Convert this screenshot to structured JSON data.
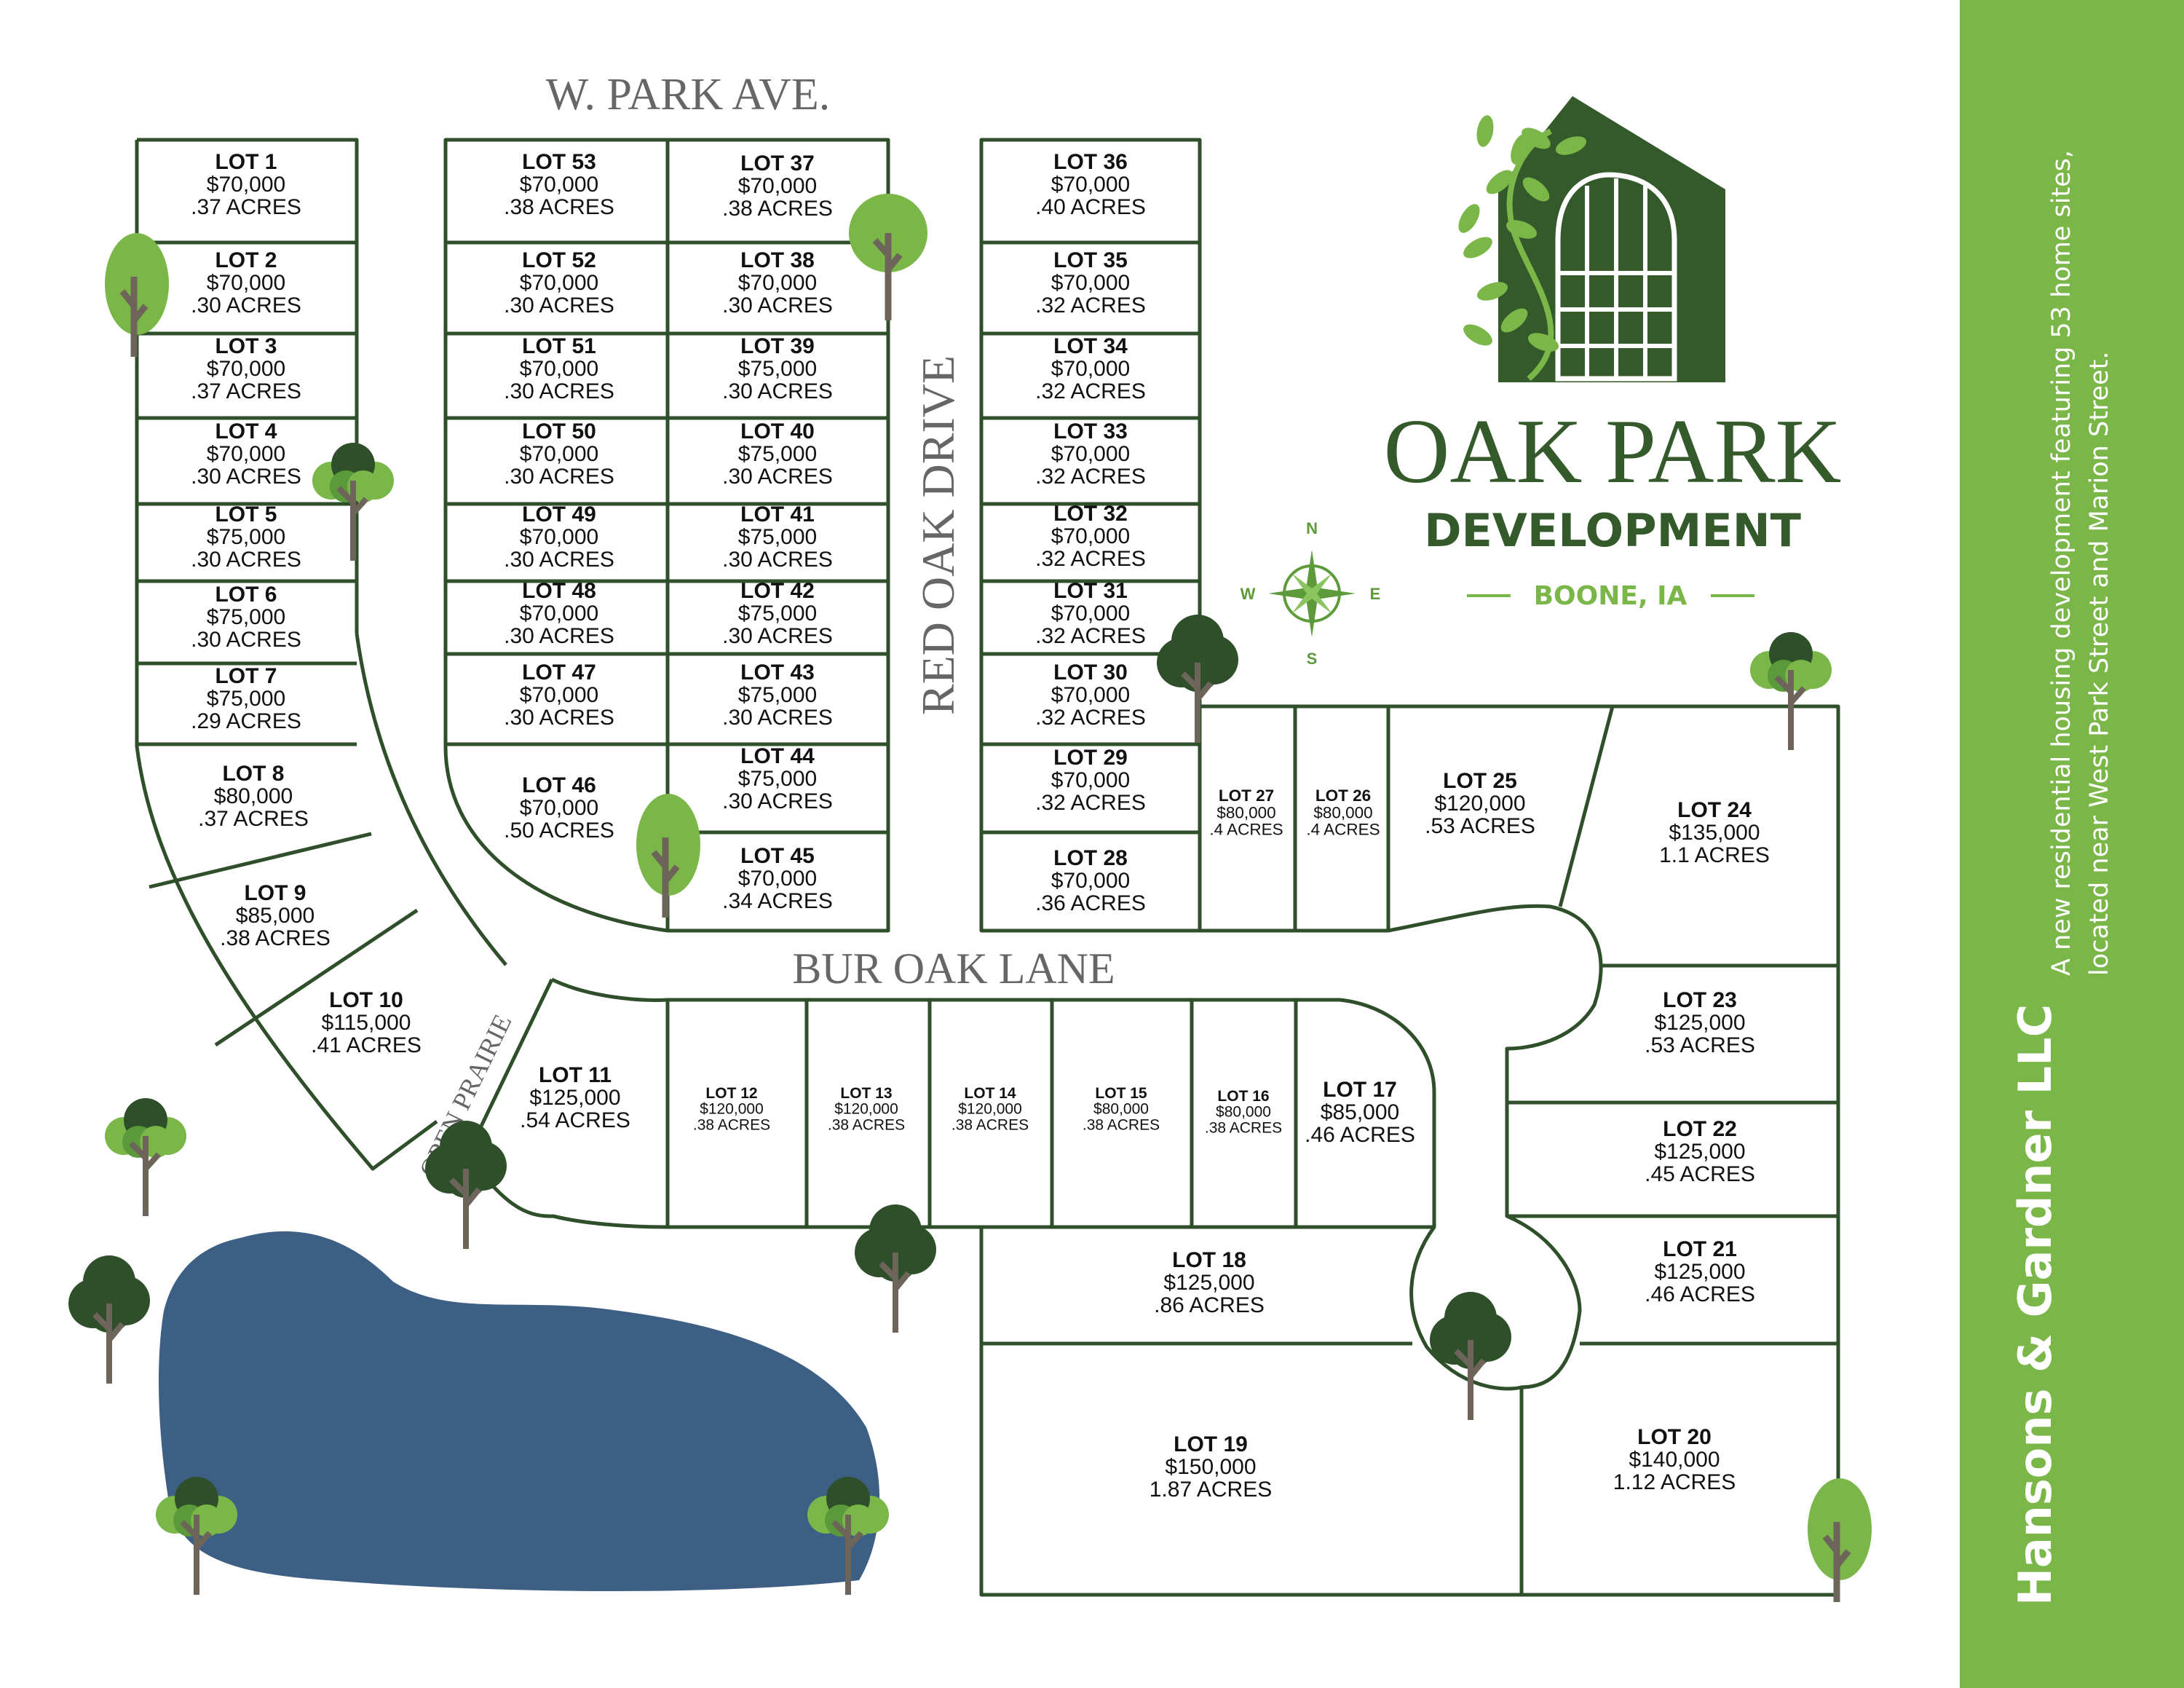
{
  "brand": {
    "title": "OAK PARK",
    "subtitle": "DEVELOPMENT",
    "location": "BOONE, IA",
    "colors": {
      "dark_green": "#2f4f2b",
      "light_green": "#7ab648",
      "pond_blue": "#3d5f84",
      "logo_green": "#345a2c"
    }
  },
  "streets": {
    "w_park_ave": "W. PARK AVE.",
    "red_oak_drive": "RED OAK DRIVE",
    "bur_oak_lane": "BUR OAK LANE",
    "open_prairie": "OPEN PRAIRIE"
  },
  "compass": {
    "n": "N",
    "s": "S",
    "e": "E",
    "w": "W",
    "icon": "compass-rose-icon"
  },
  "sidebar": {
    "company": "Hansons & Gardner LLC",
    "description": "A new residential housing development featuring 53 home sites, located near West Park Street and Marion Street."
  },
  "lots": [
    {
      "name": "LOT 1",
      "price": "$70,000",
      "acres": ".37 ACRES"
    },
    {
      "name": "LOT 2",
      "price": "$70,000",
      "acres": ".30 ACRES"
    },
    {
      "name": "LOT 3",
      "price": "$70,000",
      "acres": ".37 ACRES"
    },
    {
      "name": "LOT 4",
      "price": "$70,000",
      "acres": ".30 ACRES"
    },
    {
      "name": "LOT 5",
      "price": "$75,000",
      "acres": ".30 ACRES"
    },
    {
      "name": "LOT 6",
      "price": "$75,000",
      "acres": ".30 ACRES"
    },
    {
      "name": "LOT 7",
      "price": "$75,000",
      "acres": ".29 ACRES"
    },
    {
      "name": "LOT 8",
      "price": "$80,000",
      "acres": ".37 ACRES"
    },
    {
      "name": "LOT 9",
      "price": "$85,000",
      "acres": ".38 ACRES"
    },
    {
      "name": "LOT 10",
      "price": "$115,000",
      "acres": ".41 ACRES"
    },
    {
      "name": "LOT 11",
      "price": "$125,000",
      "acres": ".54 ACRES"
    },
    {
      "name": "LOT 12",
      "price": "$120,000",
      "acres": ".38 ACRES"
    },
    {
      "name": "LOT 13",
      "price": "$120,000",
      "acres": ".38 ACRES"
    },
    {
      "name": "LOT 14",
      "price": "$120,000",
      "acres": ".38 ACRES"
    },
    {
      "name": "LOT 15",
      "price": "$80,000",
      "acres": ".38 ACRES"
    },
    {
      "name": "LOT 16",
      "price": "$80,000",
      "acres": ".38 ACRES"
    },
    {
      "name": "LOT 17",
      "price": "$85,000",
      "acres": ".46 ACRES"
    },
    {
      "name": "LOT 18",
      "price": "$125,000",
      "acres": ".86 ACRES"
    },
    {
      "name": "LOT 19",
      "price": "$150,000",
      "acres": "1.87 ACRES"
    },
    {
      "name": "LOT 20",
      "price": "$140,000",
      "acres": "1.12 ACRES"
    },
    {
      "name": "LOT 21",
      "price": "$125,000",
      "acres": ".46 ACRES"
    },
    {
      "name": "LOT 22",
      "price": "$125,000",
      "acres": ".45 ACRES"
    },
    {
      "name": "LOT 23",
      "price": "$125,000",
      "acres": ".53 ACRES"
    },
    {
      "name": "LOT 24",
      "price": "$135,000",
      "acres": "1.1 ACRES"
    },
    {
      "name": "LOT 25",
      "price": "$120,000",
      "acres": ".53 ACRES"
    },
    {
      "name": "LOT 26",
      "price": "$80,000",
      "acres": ".4 ACRES"
    },
    {
      "name": "LOT 27",
      "price": "$80,000",
      "acres": ".4 ACRES"
    },
    {
      "name": "LOT 28",
      "price": "$70,000",
      "acres": ".36 ACRES"
    },
    {
      "name": "LOT 29",
      "price": "$70,000",
      "acres": ".32 ACRES"
    },
    {
      "name": "LOT 30",
      "price": "$70,000",
      "acres": ".32 ACRES"
    },
    {
      "name": "LOT 31",
      "price": "$70,000",
      "acres": ".32 ACRES"
    },
    {
      "name": "LOT 32",
      "price": "$70,000",
      "acres": ".32 ACRES"
    },
    {
      "name": "LOT 33",
      "price": "$70,000",
      "acres": ".32 ACRES"
    },
    {
      "name": "LOT 34",
      "price": "$70,000",
      "acres": ".32 ACRES"
    },
    {
      "name": "LOT 35",
      "price": "$70,000",
      "acres": ".32 ACRES"
    },
    {
      "name": "LOT 36",
      "price": "$70,000",
      "acres": ".40 ACRES"
    },
    {
      "name": "LOT 37",
      "price": "$70,000",
      "acres": ".38 ACRES"
    },
    {
      "name": "LOT 38",
      "price": "$70,000",
      "acres": ".30 ACRES"
    },
    {
      "name": "LOT 39",
      "price": "$75,000",
      "acres": ".30 ACRES"
    },
    {
      "name": "LOT 40",
      "price": "$75,000",
      "acres": ".30 ACRES"
    },
    {
      "name": "LOT 41",
      "price": "$75,000",
      "acres": ".30 ACRES"
    },
    {
      "name": "LOT 42",
      "price": "$75,000",
      "acres": ".30 ACRES"
    },
    {
      "name": "LOT 43",
      "price": "$75,000",
      "acres": ".30 ACRES"
    },
    {
      "name": "LOT 44",
      "price": "$75,000",
      "acres": ".30 ACRES"
    },
    {
      "name": "LOT 45",
      "price": "$70,000",
      "acres": ".34 ACRES"
    },
    {
      "name": "LOT 46",
      "price": "$70,000",
      "acres": ".50 ACRES"
    },
    {
      "name": "LOT 47",
      "price": "$70,000",
      "acres": ".30 ACRES"
    },
    {
      "name": "LOT 48",
      "price": "$70,000",
      "acres": ".30 ACRES"
    },
    {
      "name": "LOT 49",
      "price": "$70,000",
      "acres": ".30 ACRES"
    },
    {
      "name": "LOT 50",
      "price": "$70,000",
      "acres": ".30 ACRES"
    },
    {
      "name": "LOT 51",
      "price": "$70,000",
      "acres": ".30 ACRES"
    },
    {
      "name": "LOT 52",
      "price": "$70,000",
      "acres": ".30 ACRES"
    },
    {
      "name": "LOT 53",
      "price": "$70,000",
      "acres": ".38 ACRES"
    }
  ]
}
